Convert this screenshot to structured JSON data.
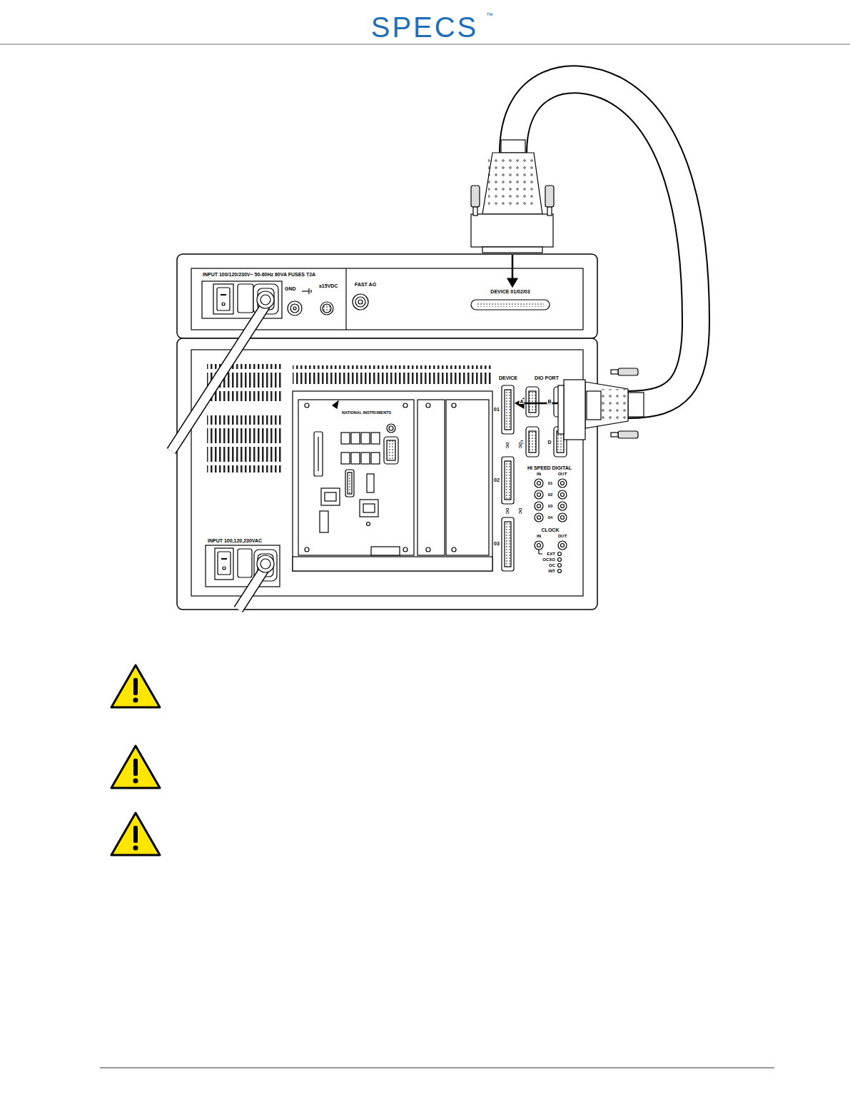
{
  "diagram": {
    "labels": [
      "SPECS",
      "™",
      "INPUT 100/120/230V~ 50-60Hz 60VA FUSES T2A",
      "GND",
      "±15VDC",
      "FAST AO",
      "DEVICE 01/02/03",
      "NATIONAL INSTRUMENTS",
      "DEVICE",
      "DIO PORT",
      "01",
      "02",
      "03",
      "A",
      "B",
      "C",
      "D",
      "DC",
      "DC",
      "DC",
      "DC",
      "HI SPEED DIGITAL",
      "IN",
      "OUT",
      "01",
      "02",
      "03",
      "04",
      "CLOCK",
      "IN",
      "OUT",
      "EXT",
      "OCXO",
      "OC",
      "INT",
      "INPUT 100,120,230VAC"
    ]
  }
}
